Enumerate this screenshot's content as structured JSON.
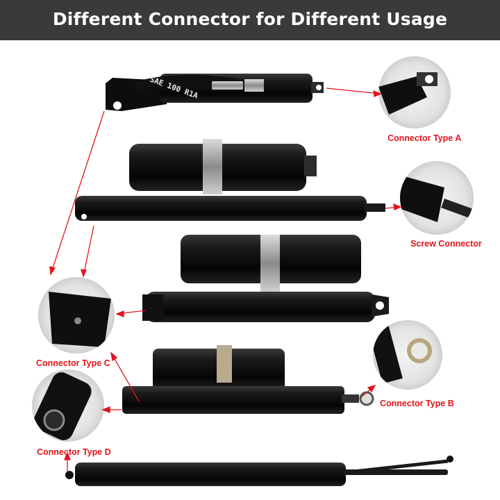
{
  "banner": {
    "title": "Different Connector for Different Usage"
  },
  "product": {
    "stamp_text": "SAE 100 R1A"
  },
  "callouts": {
    "type_a": "Connector Type A",
    "screw": "Screw Connector",
    "type_c": "Connector Type C",
    "type_b": "Connector Type B",
    "type_d": "Connector Type D"
  },
  "colors": {
    "banner": "#3a3a3a",
    "label": "#e0141c",
    "body": "#0d0d0d"
  }
}
